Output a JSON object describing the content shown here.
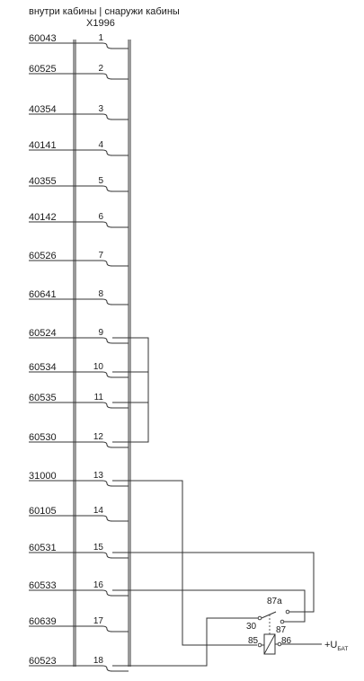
{
  "header": {
    "title": "внутри кабины | снаружи кабины",
    "connector": "X1996"
  },
  "rows": [
    {
      "wire": "60043",
      "pin": "1"
    },
    {
      "wire": "60525",
      "pin": "2"
    },
    {
      "wire": "40354",
      "pin": "3"
    },
    {
      "wire": "40141",
      "pin": "4"
    },
    {
      "wire": "40355",
      "pin": "5"
    },
    {
      "wire": "40142",
      "pin": "6"
    },
    {
      "wire": "60526",
      "pin": "7"
    },
    {
      "wire": "60641",
      "pin": "8"
    },
    {
      "wire": "60524",
      "pin": "9"
    },
    {
      "wire": "60534",
      "pin": "10"
    },
    {
      "wire": "60535",
      "pin": "11"
    },
    {
      "wire": "60530",
      "pin": "12"
    },
    {
      "wire": "31000",
      "pin": "13"
    },
    {
      "wire": "60105",
      "pin": "14"
    },
    {
      "wire": "60531",
      "pin": "15"
    },
    {
      "wire": "60533",
      "pin": "16"
    },
    {
      "wire": "60639",
      "pin": "17"
    },
    {
      "wire": "60523",
      "pin": "18"
    }
  ],
  "relay": {
    "t87a": "87a",
    "t87": "87",
    "t30": "30",
    "t85": "85",
    "t86": "86"
  },
  "supply": {
    "prefix": "+U",
    "sub": "БАТ"
  }
}
